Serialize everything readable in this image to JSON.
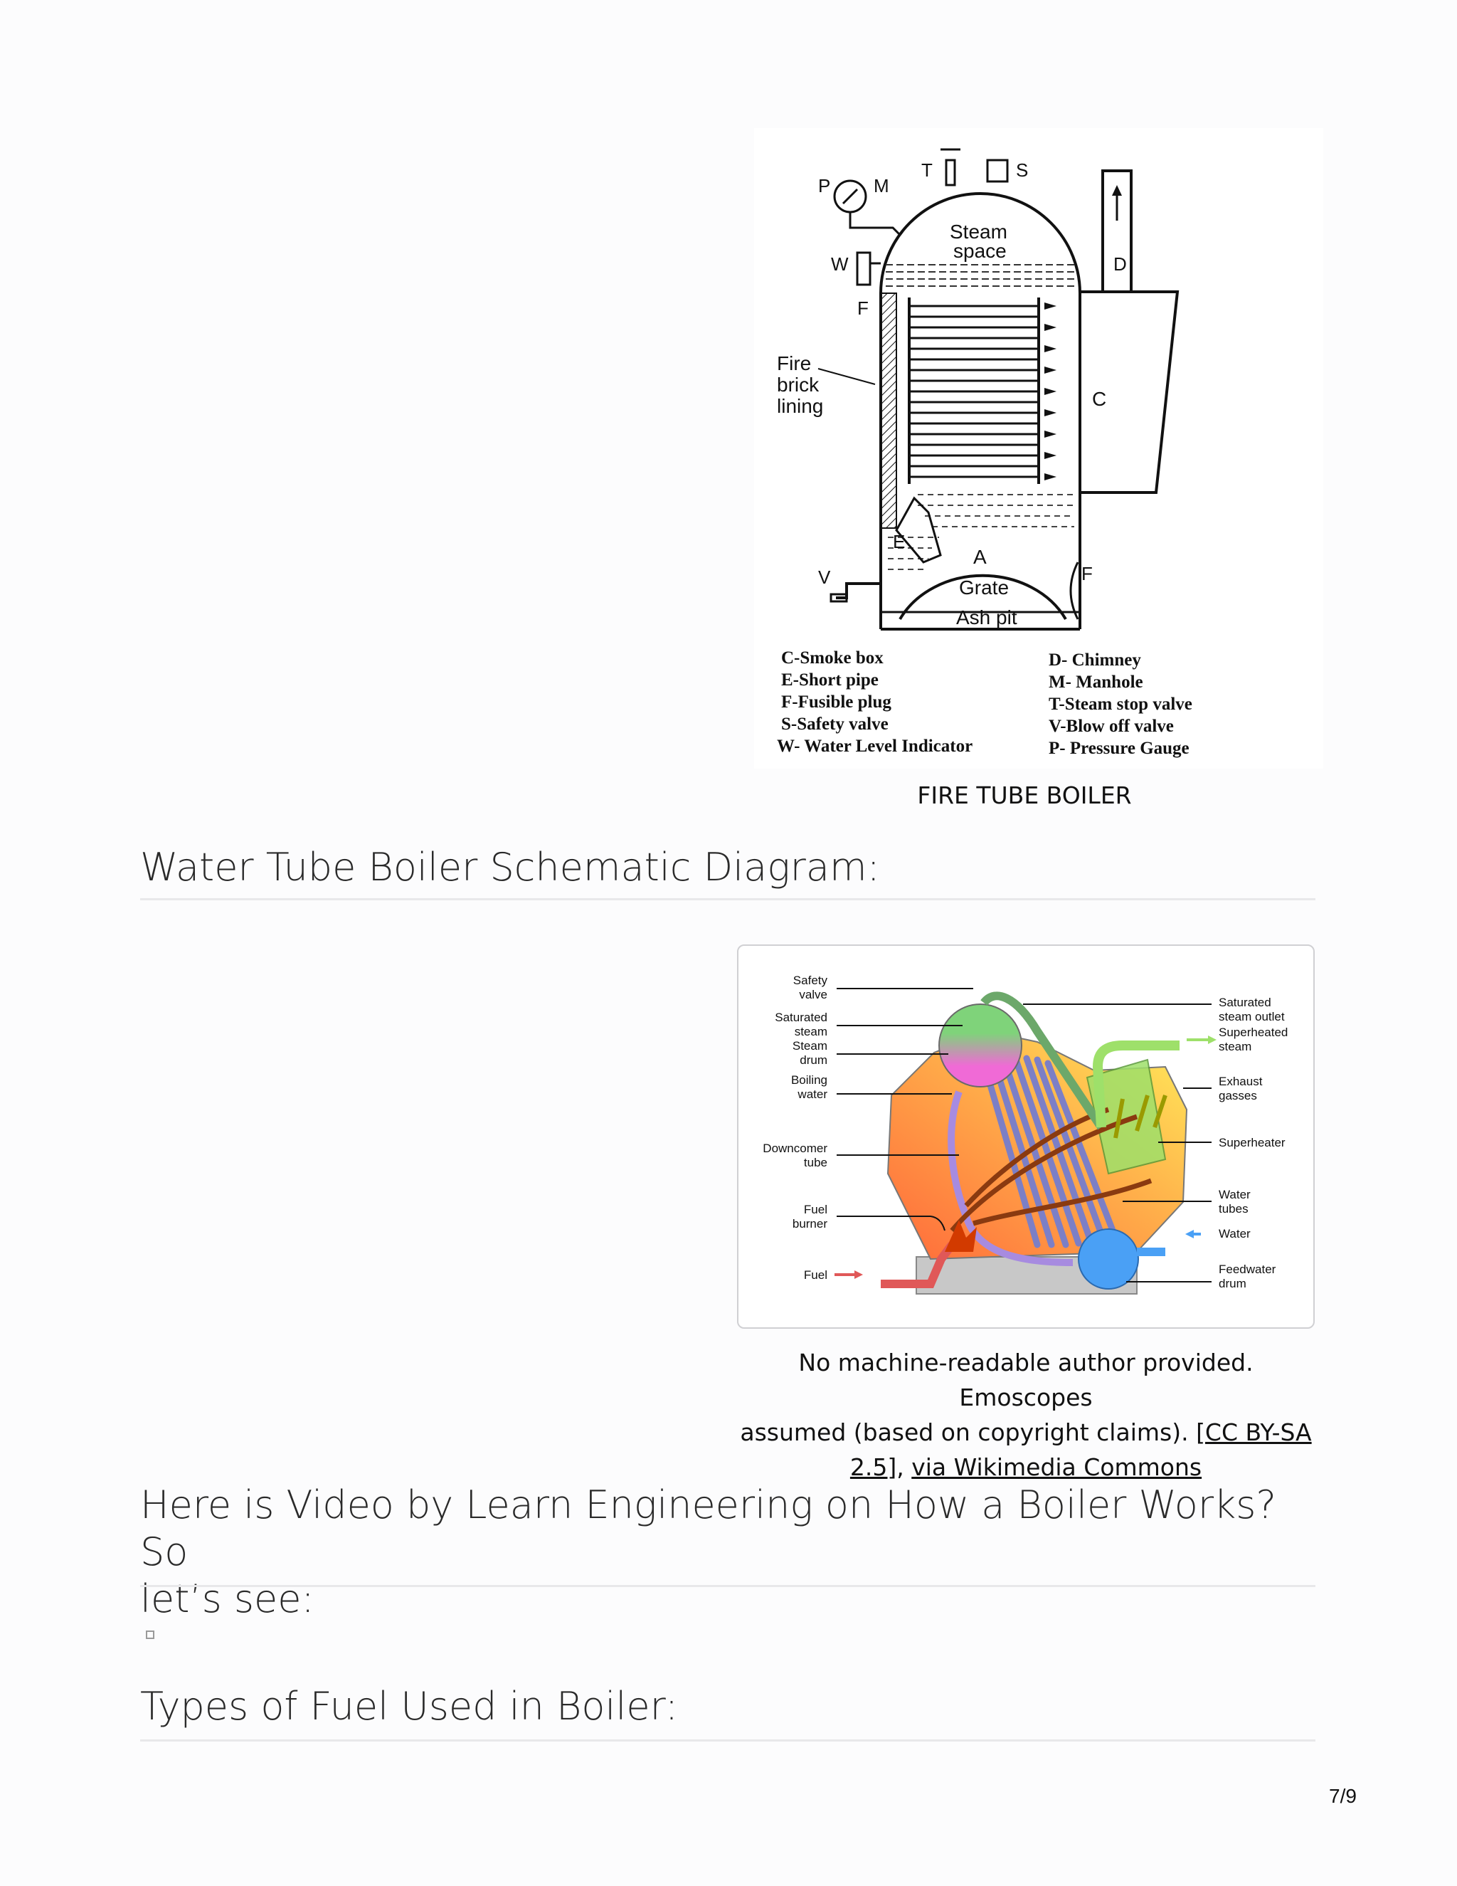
{
  "fire_tube": {
    "labels": {
      "P": "P",
      "M": "M",
      "T": "T",
      "S": "S",
      "W": "W",
      "F_top": "F",
      "D": "D",
      "C": "C",
      "E": "E",
      "A": "A",
      "V": "V",
      "F_side": "F",
      "steam_space_1": "Steam",
      "steam_space_2": "space",
      "fire_brick_1": "Fire",
      "fire_brick_2": "brick",
      "fire_brick_3": "lining",
      "grate": "Grate",
      "ash_pit": "Ash pit"
    },
    "legend_left": [
      "C-Smoke box",
      "E-Short pipe",
      "F-Fusible plug",
      "S-Safety valve",
      "W- Water Level Indicator"
    ],
    "legend_right": [
      "D- Chimney",
      "M- Manhole",
      "T-Steam stop valve",
      "V-Blow off valve",
      "P- Pressure Gauge"
    ],
    "caption": "FIRE TUBE BOILER"
  },
  "heading_water_tube": "Water Tube Boiler Schematic Diagram:",
  "water_tube": {
    "left_labels": {
      "safety_valve_1": "Safety",
      "safety_valve_2": "valve",
      "sat_steam_1": "Saturated",
      "sat_steam_2": "steam",
      "steam_drum_1": "Steam",
      "steam_drum_2": "drum",
      "boiling_1": "Boiling",
      "boiling_2": "water",
      "downcomer_1": "Downcomer",
      "downcomer_2": "tube",
      "fuel_burner_1": "Fuel",
      "fuel_burner_2": "burner",
      "fuel": "Fuel"
    },
    "right_labels": {
      "sat_outlet_1": "Saturated",
      "sat_outlet_2": "steam outlet",
      "superheated_1": "Superheated",
      "superheated_2": "steam",
      "exhaust_1": "Exhaust",
      "exhaust_2": "gasses",
      "superheater": "Superheater",
      "water_tubes_1": "Water",
      "water_tubes_2": "tubes",
      "water": "Water",
      "feedwater_1": "Feedwater",
      "feedwater_2": "drum"
    },
    "credit_line1": "No machine-readable author provided. Emoscopes",
    "credit_line2_text": "assumed (based on copyright claims). ",
    "credit_link1": "[CC BY-SA",
    "credit_link1b": "2.5]",
    "credit_sep": ", ",
    "credit_link2": "via Wikimedia Commons"
  },
  "heading_video_line1": "Here is Video by Learn Engineering on How a Boiler Works? So",
  "heading_video_line2": "let’s see:",
  "heading_fuel": "Types of Fuel Used in Boiler:",
  "page_number": "7/9"
}
